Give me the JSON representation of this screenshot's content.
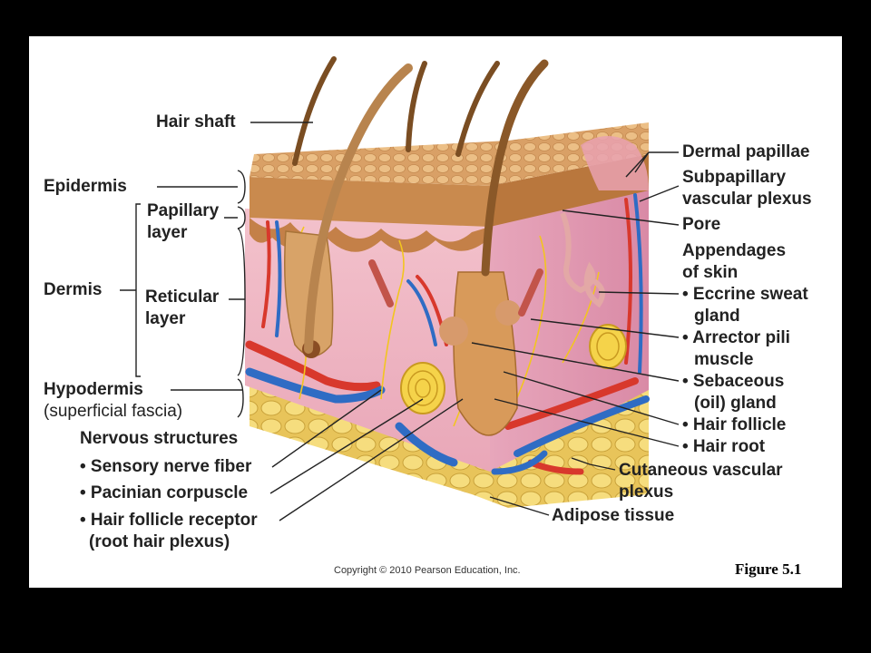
{
  "labels": {
    "hair_shaft": "Hair shaft",
    "epidermis": "Epidermis",
    "dermis": "Dermis",
    "papillary_layer": [
      "Papillary",
      "layer"
    ],
    "reticular_layer": [
      "Reticular",
      "layer"
    ],
    "hypodermis": [
      "Hypodermis",
      "(superficial fascia)"
    ],
    "nervous_structures": "Nervous structures",
    "sensory_nerve_fiber": "• Sensory nerve fiber",
    "pacinian_corpuscle": "• Pacinian corpuscle",
    "hair_follicle_receptor": [
      "• Hair follicle receptor",
      "(root hair plexus)"
    ],
    "dermal_papillae": "Dermal papillae",
    "subpapillary_vascular_plexus": [
      "Subpapillary",
      "vascular plexus"
    ],
    "pore": "Pore",
    "appendages_of_skin": [
      "Appendages",
      "of skin"
    ],
    "eccrine_sweat_gland": [
      "• Eccrine sweat",
      "gland"
    ],
    "arrector_pili_muscle": [
      "• Arrector pili",
      "muscle"
    ],
    "sebaceous_gland": [
      "• Sebaceous",
      "(oil) gland"
    ],
    "hair_follicle": "• Hair follicle",
    "hair_root": "• Hair root",
    "cutaneous_vascular_plexus": [
      "Cutaneous vascular",
      "plexus"
    ],
    "adipose_tissue": "Adipose tissue"
  },
  "copyright": "Copyright © 2010 Pearson Education, Inc.",
  "figure_label": "Figure 5.1"
}
